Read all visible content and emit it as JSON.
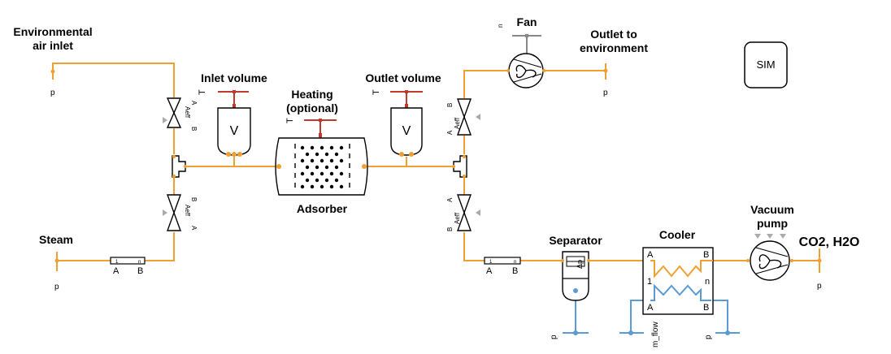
{
  "labels": {
    "env_air_inlet_1": "Environmental",
    "env_air_inlet_2": "air inlet",
    "steam": "Steam",
    "inlet_volume": "Inlet volume",
    "heating_1": "Heating",
    "heating_2": "(optional)",
    "adsorber": "Adsorber",
    "outlet_volume": "Outlet volume",
    "fan": "Fan",
    "outlet_env_1": "Outlet to",
    "outlet_env_2": "environment",
    "separator": "Separator",
    "cooler": "Cooler",
    "vacuum_pump_1": "Vacuum",
    "vacuum_pump_2": "pump",
    "co2_h2o": "CO2, H2O",
    "sim": "SIM"
  },
  "ports": {
    "p": "p",
    "T": "T",
    "n": "n",
    "A": "A",
    "B": "B",
    "Aeff": "Aeff",
    "V": "V",
    "one": "1",
    "m_flow": "m_flow"
  },
  "colors": {
    "fluid_line": "#F0A030",
    "coolant_line": "#5B9BD5",
    "control_line": "#C0392B",
    "signal_gray": "#AAAAAA"
  }
}
